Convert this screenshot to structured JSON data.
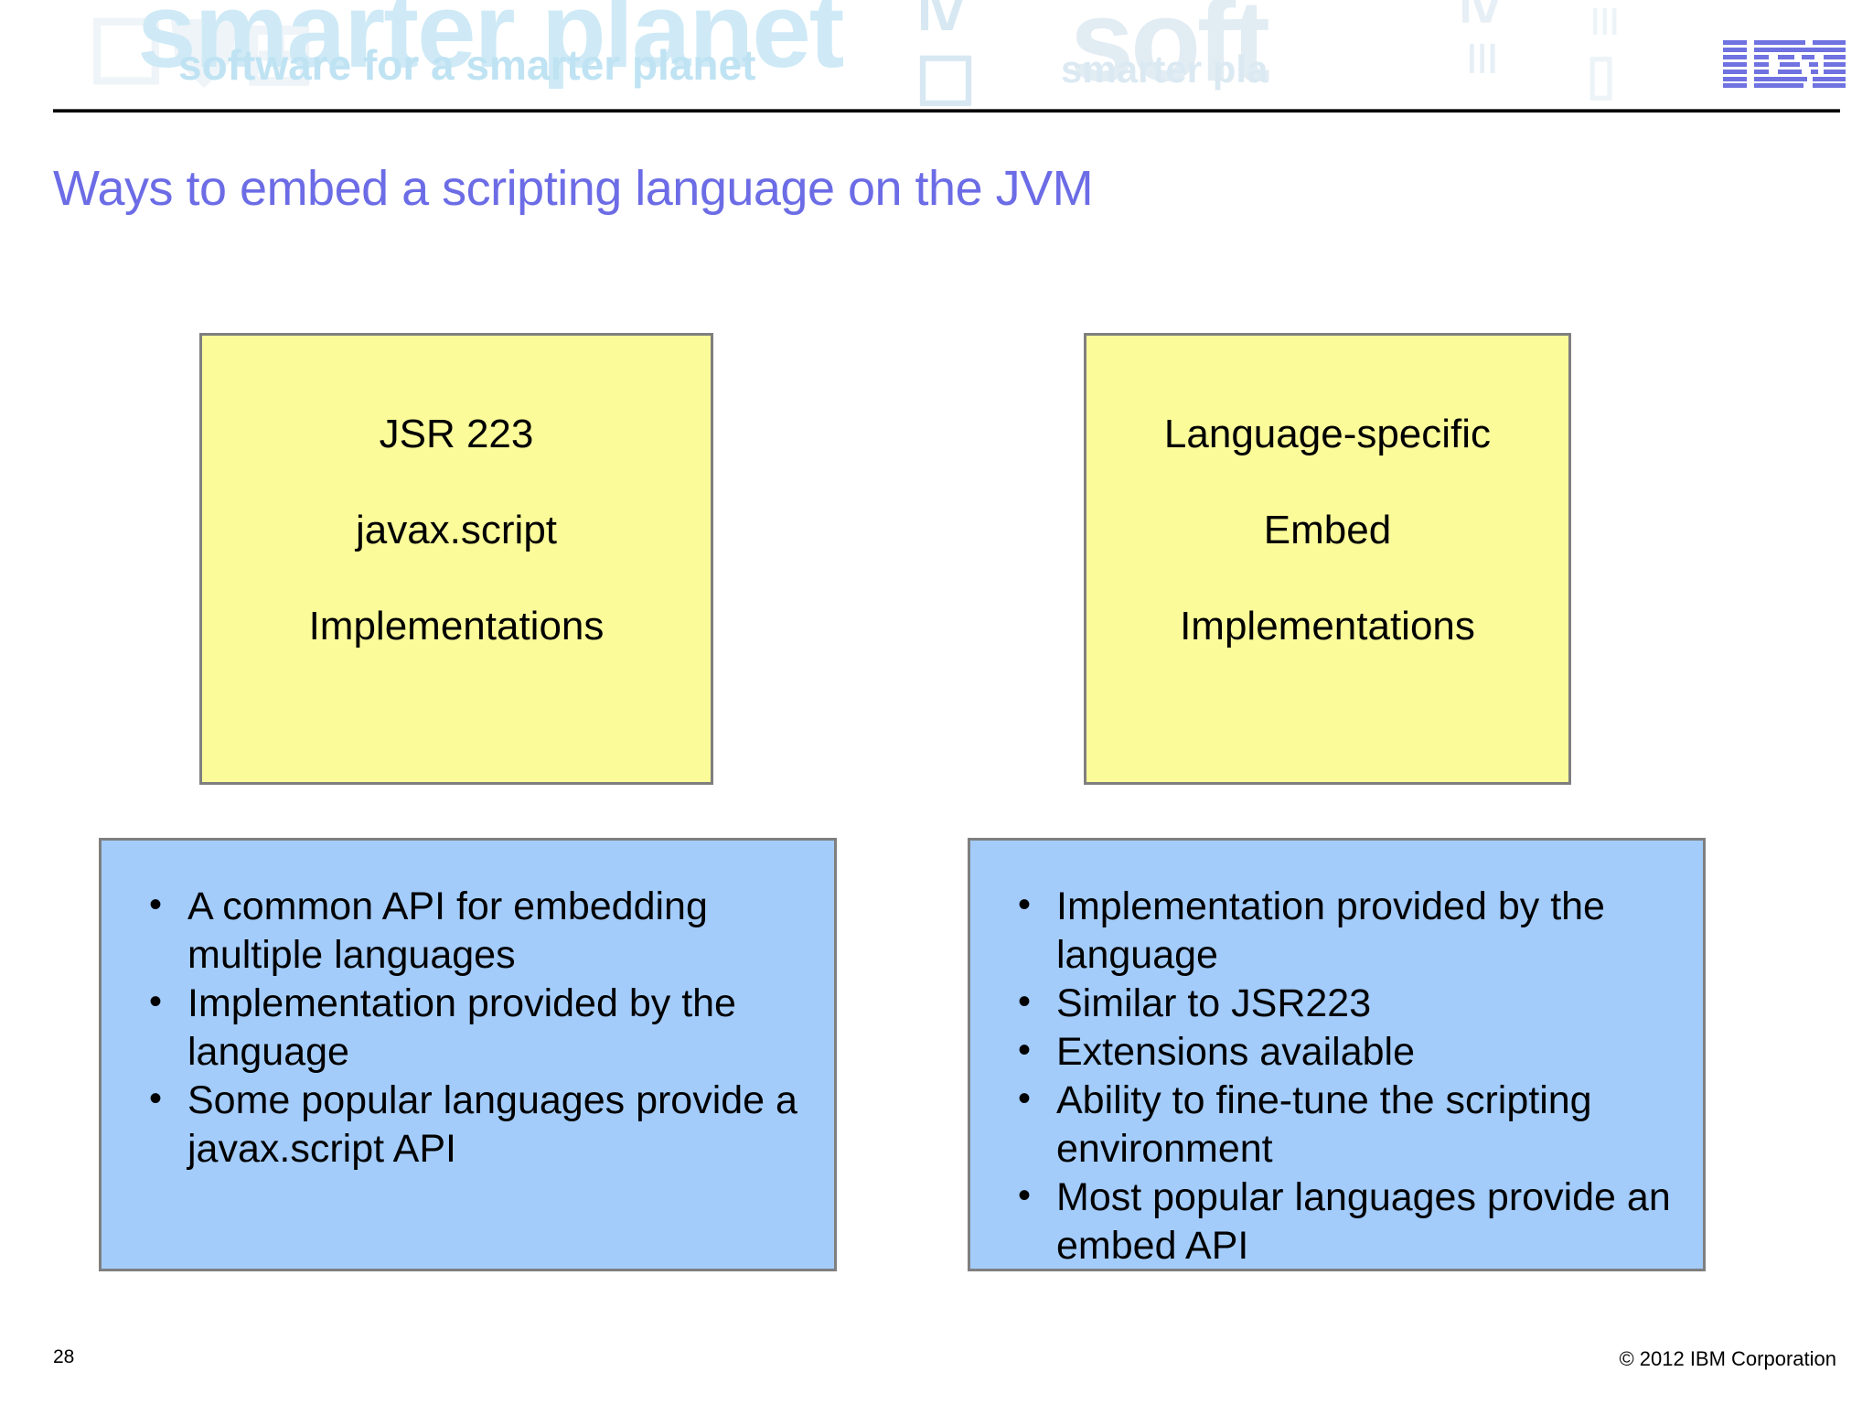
{
  "header": {
    "watermark_big": "smarter planet",
    "watermark_soft": "soft",
    "watermark_line2": "software for a smarter planet",
    "watermark_line2b": "smarter pla",
    "watermark_glyphs": "☐⛊⊞",
    "watermark_rot_1": "≥ ☐",
    "watermark_rot_2": "≥ ≡",
    "watermark_rot_3": "≡ ▭",
    "logo_alt": "IBM",
    "logo_color": "#6f72e0"
  },
  "title": "Ways to embed a scripting language on the JVM",
  "title_color": "#6c6ce6",
  "colors": {
    "yellow_fill": "#fbfb9a",
    "blue_fill": "#a3ccfb",
    "box_border": "#7f7f7f",
    "rule": "#000000"
  },
  "panels": {
    "left": {
      "header_box": {
        "lines": [
          "JSR 223",
          "javax.script",
          "Implementations"
        ]
      },
      "detail_box": {
        "bullets": [
          "A common API for embedding multiple languages",
          "Implementation provided by the language",
          "Some popular languages provide a javax.script API"
        ]
      }
    },
    "right": {
      "header_box": {
        "lines": [
          "Language-specific",
          "Embed",
          "Implementations"
        ]
      },
      "detail_box": {
        "bullets": [
          "Implementation provided by the language",
          "Similar to JSR223",
          "Extensions available",
          "Ability to fine-tune the scripting environment",
          "Most popular languages provide an embed API"
        ]
      }
    }
  },
  "footer": {
    "page_number": "28",
    "copyright": "© 2012 IBM Corporation"
  }
}
